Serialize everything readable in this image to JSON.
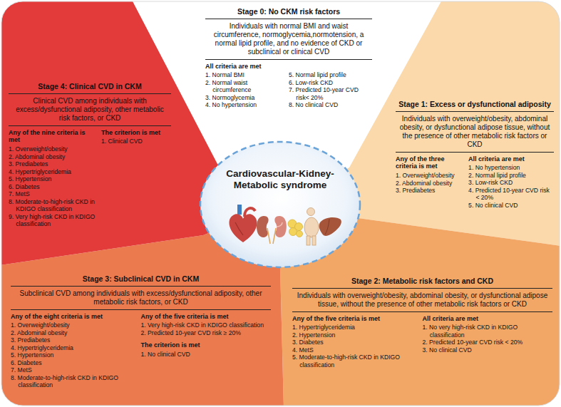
{
  "diagram": {
    "nodes": [
      {
        "text": [
          "Stage 0: No CKM risk factors",
          "Individuals with normal BMI and waist circumference, normoglycemia,normotension, a normal lipid profile, and no evidence of CKD or subclinical or clinical CVD",
          "All criteria are met",
          "1. Normal BMI",
          "2. Normal waist circumference",
          "3. Normoglycemia",
          "4. No hypertension",
          "5. Normal lipid profile",
          "6. Low-risk CKD",
          "7. Predicted 10-year CVD risk< 20%",
          "8. No clinical CVD"
        ]
      },
      {
        "text": [
          "Stage 4: Clinical CVD in CKM",
          "Clinical CVD among individuals with excess/dysfunctional adiposity, other metabolic risk factors, or CKD",
          "Any of the nine criteria is met",
          "1. Overweight/obesity",
          "2. Abdominal obesity",
          "3. Prediabetes",
          "4. Hypertriglyceridemia",
          "5. Hypertension",
          "6. Diabetes",
          "7. MetS",
          "8. Moderate-to-high-risk CKD in KDIGO classification",
          "9. Very high-risk CKD in KDIGO classification",
          "The criterion is met",
          "1. Clinical CVD"
        ]
      },
      {
        "text": [
          "Stage 1: Excess or dysfunctional adiposity",
          "Individuals with overweight/obesity, abdominal obesity, or dysfunctional adipose tissue, without the presence of other metabolic risk factors or CKD",
          "Any of the three criteria is met",
          "1. Overweight/obesity",
          "2. Abdominal obesity",
          "3. Prediabetes",
          "All criteria are met",
          "1. No hypertension",
          "2. Normal lipid profile",
          "3. Low-risk CKD",
          "4. Predicted 10-year CVD risk < 20%",
          "5. No clinical CVD"
        ]
      },
      {
        "text": [
          "Cardiovascular-Kidney-Metabolic syndrome"
        ]
      },
      {
        "text": [
          "Stage 3: Subclinical CVD in CKM",
          "Subclinical CVD among individuals with excess/dysfunctional adiposity, other metabolic risk factors, or CKD",
          "Any of the eight criteria is met",
          "1. Overweight/obesity",
          "2. Abdominal obesity",
          "3. Prediabetes",
          "4. Hypertriglyceridemia",
          "5. Hypertension",
          "6. Diabetes",
          "7. MetS",
          "8. Moderate-to-high-risk CKD in KDIGO classification",
          "Any of the five criteria is met",
          "1. Very high-risk CKD in KDIGO classification",
          "2. Predicted 10-year CVD risk ≥ 20%",
          "The criterion is met",
          "1. No clinical CVD"
        ]
      },
      {
        "text": [
          "Stage 2: Metabolic risk factors and CKD",
          "Individuals with overweight/obesity, abdominal obesity, or dysfunctional adipose tissue, without the presence of other metabolic risk factors or CKD",
          "Any of the five criteria is met",
          "1. Hypertriglyceridemia",
          "2. Hypertension",
          "3. Diabetes",
          "4. MetS",
          "5. Moderate-to-high-risk CKD in KDIGO classification",
          "All criteria are met",
          "1. No very high-risk CKD in KDIGO classification",
          "2. Predicted 10-year CVD risk < 20%",
          "3. No clinical CVD"
        ]
      }
    ]
  }
}
